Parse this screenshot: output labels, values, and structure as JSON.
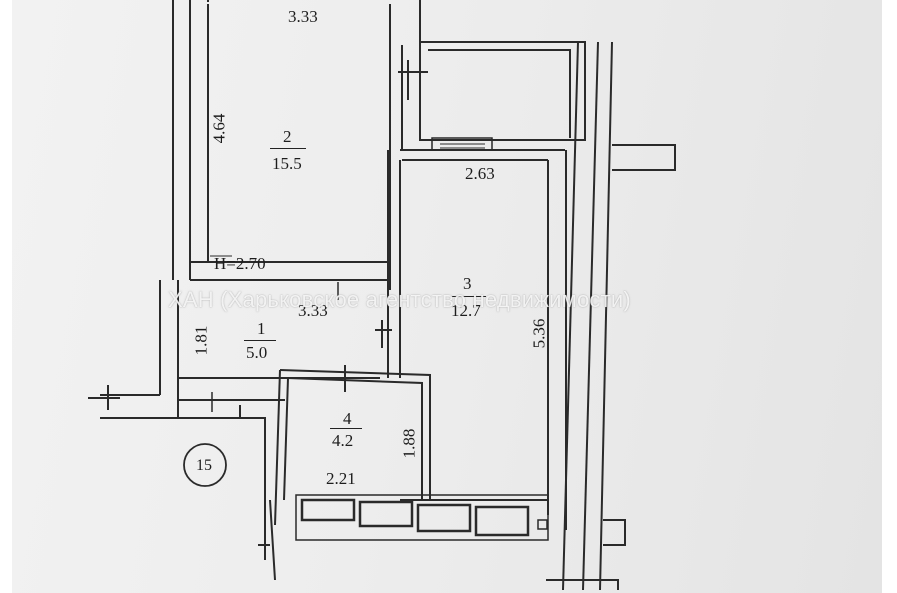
{
  "plan": {
    "rooms": [
      {
        "number": "2",
        "area": "15.5"
      },
      {
        "number": "1",
        "area": "5.0"
      },
      {
        "number": "3",
        "area": "12.7"
      },
      {
        "number": "4",
        "area": "4.2"
      }
    ],
    "dimensions": {
      "room2_top": "3.33",
      "room2_side": "4.64",
      "room2_height": "H=2.70",
      "room1_top": "3.33",
      "room1_side": "1.81",
      "room3_top": "2.63",
      "room3_side": "5.36",
      "room4_side": "1.88",
      "room4_bottom": "2.21"
    },
    "axis_marker": "15",
    "watermark": "ХАН (Харьковское агентство недвижимости)"
  }
}
